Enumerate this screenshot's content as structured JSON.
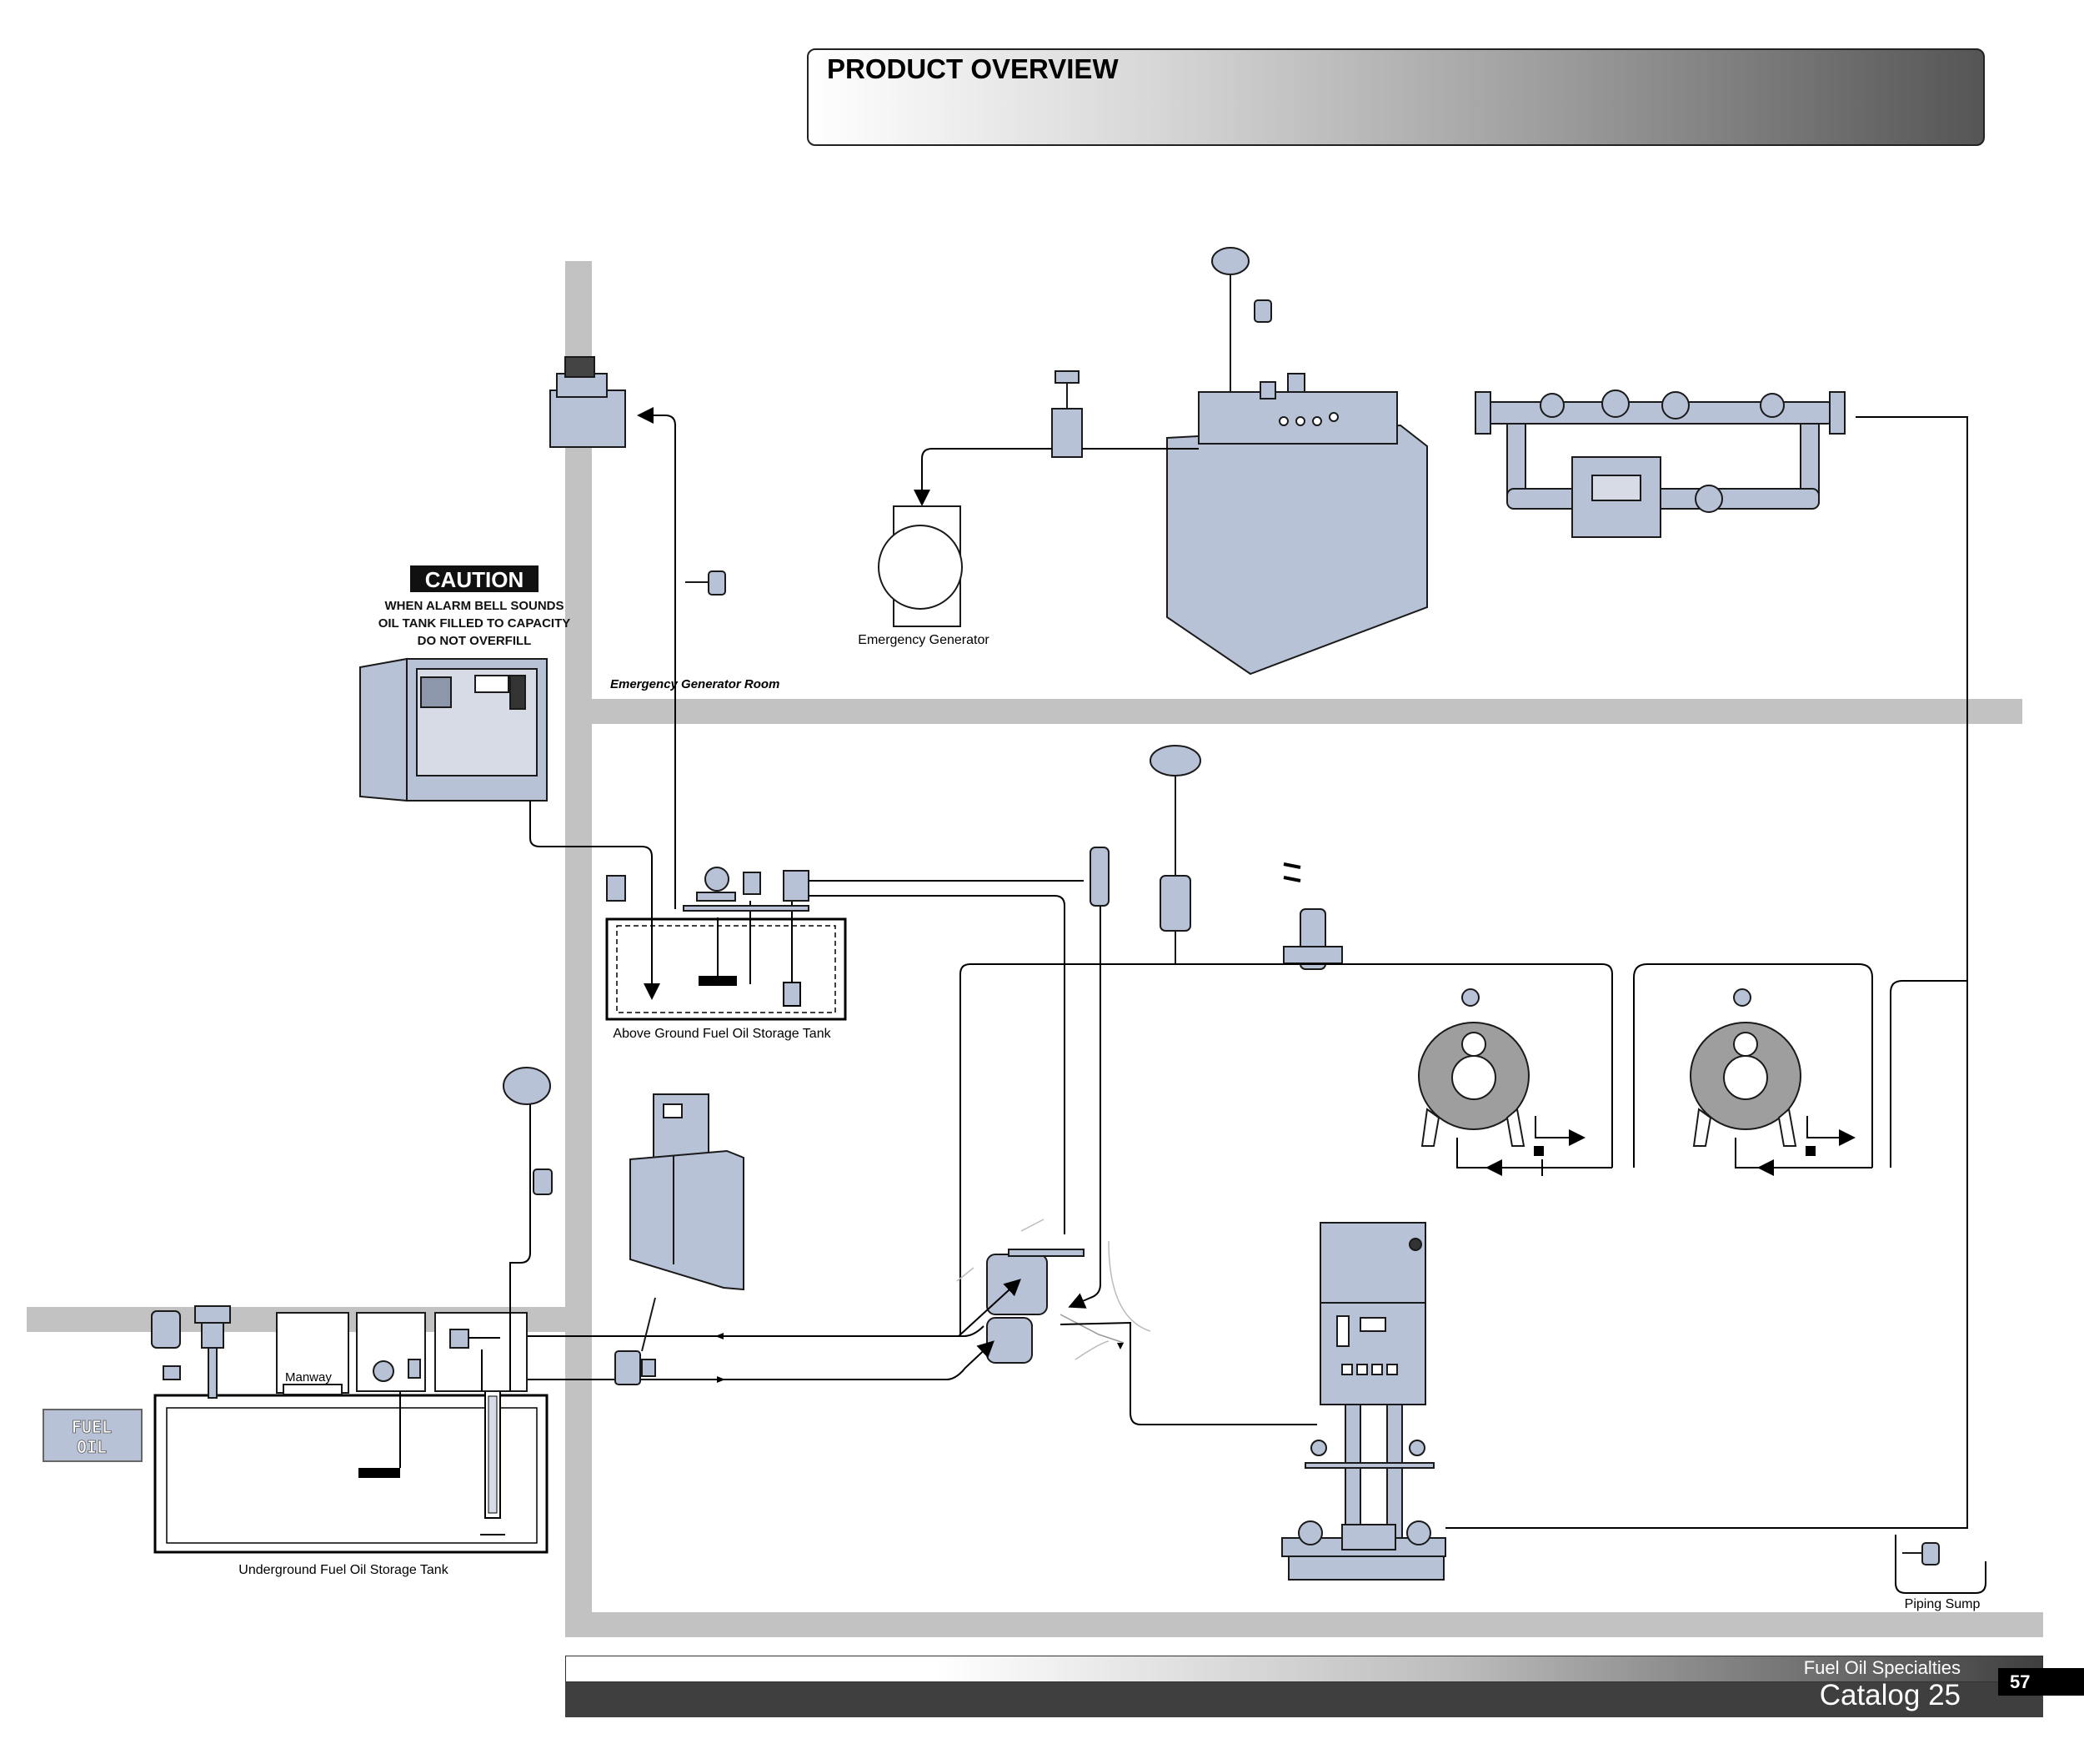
{
  "header": {
    "title": "PRODUCT OVERVIEW"
  },
  "labels": {
    "emergency_generator": "Emergency Generator",
    "emergency_generator_room": "Emergency Generator Room",
    "above_ground_tank": "Above Ground Fuel Oil Storage Tank",
    "underground_tank": "Underground Fuel Oil Storage Tank",
    "manway": "Manway",
    "piping_sump": "Piping Sump"
  },
  "caution_sign": {
    "heading": "CAUTION",
    "line1": "WHEN ALARM BELL SOUNDS",
    "line2": "OIL TANK FILLED TO CAPACITY",
    "line3": "DO NOT OVERFILL"
  },
  "fuel_oil_sign": {
    "line1": "FUEL",
    "line2": "OIL"
  },
  "footer": {
    "line1": "Fuel Oil Specialties",
    "line2": "Catalog 25",
    "page_number": "57"
  },
  "colors": {
    "wall": "#c2c2c2",
    "equipment": "#b7c2d6",
    "outline": "#1a1a1a",
    "boiler": "#9e9e9e"
  }
}
